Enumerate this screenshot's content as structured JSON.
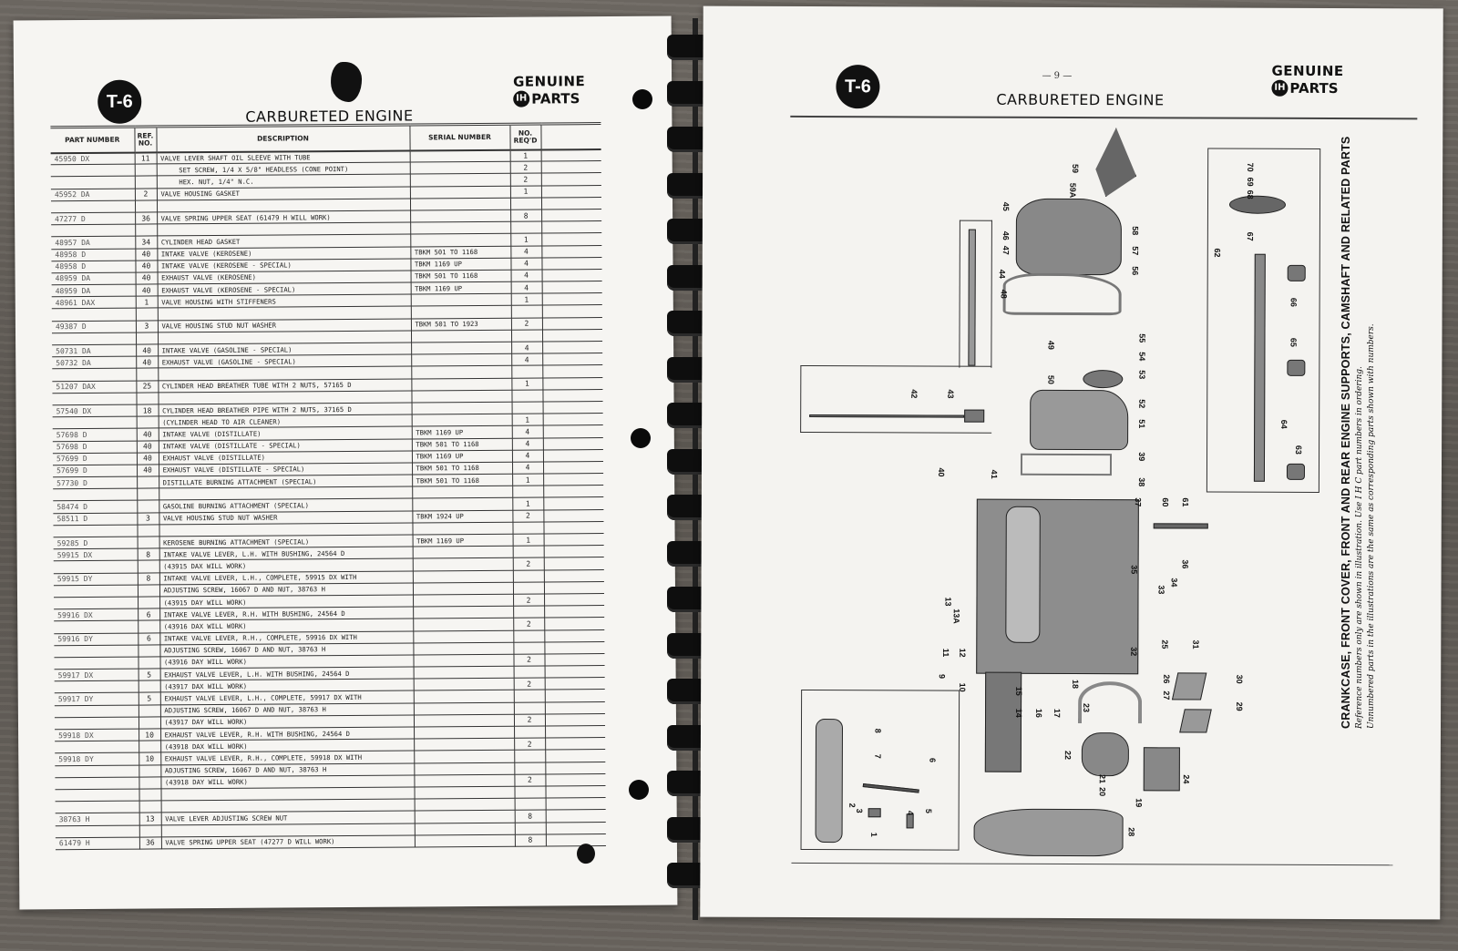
{
  "left_page": {
    "badge": "T-6",
    "title": "CARBURETED ENGINE",
    "brand": {
      "line1": "GENUINE",
      "logo": "IH",
      "line2": "PARTS"
    },
    "table": {
      "headers": {
        "part_number": "PART NUMBER",
        "ref_no": "REF. NO.",
        "description": "DESCRIPTION",
        "serial_number": "SERIAL NUMBER",
        "no_reqd": "NO. REQ'D"
      },
      "rows": [
        {
          "pn": "45950 DX",
          "ref": "11",
          "desc": "Valve Lever Shaft Oil Sleeve with Tube",
          "serial": "",
          "qty": "1",
          "indent": false
        },
        {
          "pn": "",
          "ref": "",
          "desc": "Set Screw, 1/4 x 5/8\" Headless (Cone Point)",
          "serial": "",
          "qty": "2",
          "indent": true
        },
        {
          "pn": "",
          "ref": "",
          "desc": "Hex. Nut, 1/4\" N.C.",
          "serial": "",
          "qty": "2",
          "indent": true
        },
        {
          "pn": "45952 DA",
          "ref": "2",
          "desc": "Valve Housing Gasket",
          "serial": "",
          "qty": "1",
          "indent": false
        },
        {
          "pn": "",
          "ref": "",
          "desc": "",
          "serial": "",
          "qty": "",
          "indent": false
        },
        {
          "pn": "47277 D",
          "ref": "36",
          "desc": "Valve Spring Upper Seat (61479 H will work)",
          "serial": "",
          "qty": "8",
          "indent": false
        },
        {
          "pn": "",
          "ref": "",
          "desc": "",
          "serial": "",
          "qty": "",
          "indent": false
        },
        {
          "pn": "48957 DA",
          "ref": "34",
          "desc": "Cylinder Head Gasket",
          "serial": "",
          "qty": "1",
          "indent": false
        },
        {
          "pn": "48958 D",
          "ref": "40",
          "desc": "Intake Valve (Kerosene)",
          "serial": "TBKM 501 to 1168",
          "qty": "4",
          "indent": false
        },
        {
          "pn": "48958 D",
          "ref": "40",
          "desc": "Intake Valve (Kerosene - Special)",
          "serial": "TBKM 1169 up",
          "qty": "4",
          "indent": false
        },
        {
          "pn": "48959 DA",
          "ref": "40",
          "desc": "Exhaust Valve (Kerosene)",
          "serial": "TBKM 501 to 1168",
          "qty": "4",
          "indent": false
        },
        {
          "pn": "48959 DA",
          "ref": "40",
          "desc": "Exhaust Valve (Kerosene - Special)",
          "serial": "TBKM 1169 up",
          "qty": "4",
          "indent": false
        },
        {
          "pn": "48961 DAX",
          "ref": "1",
          "desc": "Valve Housing with Stiffeners",
          "serial": "",
          "qty": "1",
          "indent": false
        },
        {
          "pn": "",
          "ref": "",
          "desc": "",
          "serial": "",
          "qty": "",
          "indent": false
        },
        {
          "pn": "49387 D",
          "ref": "3",
          "desc": "Valve Housing Stud Nut Washer",
          "serial": "TBKM 501 to 1923",
          "qty": "2",
          "indent": false
        },
        {
          "pn": "",
          "ref": "",
          "desc": "",
          "serial": "",
          "qty": "",
          "indent": false
        },
        {
          "pn": "50731 DA",
          "ref": "40",
          "desc": "Intake Valve (Gasoline - Special)",
          "serial": "",
          "qty": "4",
          "indent": false
        },
        {
          "pn": "50732 DA",
          "ref": "40",
          "desc": "Exhaust Valve (Gasoline - Special)",
          "serial": "",
          "qty": "4",
          "indent": false
        },
        {
          "pn": "",
          "ref": "",
          "desc": "",
          "serial": "",
          "qty": "",
          "indent": false
        },
        {
          "pn": "51207 DAX",
          "ref": "25",
          "desc": "Cylinder Head Breather Tube with 2 Nuts, 57165 D",
          "serial": "",
          "qty": "1",
          "indent": false
        },
        {
          "pn": "",
          "ref": "",
          "desc": "",
          "serial": "",
          "qty": "",
          "indent": false
        },
        {
          "pn": "57540 DX",
          "ref": "18",
          "desc": "Cylinder Head Breather Pipe with 2 Nuts, 37165 D",
          "serial": "",
          "qty": "",
          "indent": false
        },
        {
          "pn": "",
          "ref": "",
          "desc": "(Cylinder Head to Air Cleaner)",
          "serial": "",
          "qty": "1",
          "indent": false
        },
        {
          "pn": "57698 D",
          "ref": "40",
          "desc": "Intake Valve (Distillate)",
          "serial": "TBKM 1169 up",
          "qty": "4",
          "indent": false
        },
        {
          "pn": "57698 D",
          "ref": "40",
          "desc": "Intake Valve (Distillate - Special)",
          "serial": "TBKM 501 to 1168",
          "qty": "4",
          "indent": false
        },
        {
          "pn": "57699 D",
          "ref": "40",
          "desc": "Exhaust Valve (Distillate)",
          "serial": "TBKM 1169 up",
          "qty": "4",
          "indent": false
        },
        {
          "pn": "57699 D",
          "ref": "40",
          "desc": "Exhaust Valve (Distillate - Special)",
          "serial": "TBKM 501 to 1168",
          "qty": "4",
          "indent": false
        },
        {
          "pn": "57730 D",
          "ref": "",
          "desc": "Distillate Burning Attachment (Special)",
          "serial": "TBKM 501 to 1168",
          "qty": "1",
          "indent": false
        },
        {
          "pn": "",
          "ref": "",
          "desc": "",
          "serial": "",
          "qty": "",
          "indent": false
        },
        {
          "pn": "58474 D",
          "ref": "",
          "desc": "Gasoline Burning Attachment (Special)",
          "serial": "",
          "qty": "1",
          "indent": false
        },
        {
          "pn": "58511 D",
          "ref": "3",
          "desc": "Valve Housing Stud Nut Washer",
          "serial": "TBKM 1924 up",
          "qty": "2",
          "indent": false
        },
        {
          "pn": "",
          "ref": "",
          "desc": "",
          "serial": "",
          "qty": "",
          "indent": false
        },
        {
          "pn": "59285 D",
          "ref": "",
          "desc": "Kerosene Burning Attachment (Special)",
          "serial": "TBKM 1169 up",
          "qty": "1",
          "indent": false
        },
        {
          "pn": "59915 DX",
          "ref": "8",
          "desc": "Intake Valve Lever, L.H. with Bushing, 24564 D",
          "serial": "",
          "qty": "",
          "indent": false
        },
        {
          "pn": "",
          "ref": "",
          "desc": "(43915 DAX will work)",
          "serial": "",
          "qty": "2",
          "indent": false
        },
        {
          "pn": "59915 DY",
          "ref": "8",
          "desc": "Intake Valve Lever, L.H., Complete, 59915 DX with",
          "serial": "",
          "qty": "",
          "indent": false
        },
        {
          "pn": "",
          "ref": "",
          "desc": "Adjusting Screw, 16067 D and Nut, 38763 H",
          "serial": "",
          "qty": "",
          "indent": false
        },
        {
          "pn": "",
          "ref": "",
          "desc": "(43915 DAY will work)",
          "serial": "",
          "qty": "2",
          "indent": false
        },
        {
          "pn": "59916 DX",
          "ref": "6",
          "desc": "Intake Valve Lever, R.H. with Bushing, 24564 D",
          "serial": "",
          "qty": "",
          "indent": false
        },
        {
          "pn": "",
          "ref": "",
          "desc": "(43916 DAX will work)",
          "serial": "",
          "qty": "2",
          "indent": false
        },
        {
          "pn": "59916 DY",
          "ref": "6",
          "desc": "Intake Valve Lever, R.H., Complete, 59916 DX with",
          "serial": "",
          "qty": "",
          "indent": false
        },
        {
          "pn": "",
          "ref": "",
          "desc": "Adjusting Screw, 16067 D and Nut, 38763 H",
          "serial": "",
          "qty": "",
          "indent": false
        },
        {
          "pn": "",
          "ref": "",
          "desc": "(43916 DAY will work)",
          "serial": "",
          "qty": "2",
          "indent": false
        },
        {
          "pn": "59917 DX",
          "ref": "5",
          "desc": "Exhaust Valve Lever, L.H. with Bushing, 24564 D",
          "serial": "",
          "qty": "",
          "indent": false
        },
        {
          "pn": "",
          "ref": "",
          "desc": "(43917 DAX will work)",
          "serial": "",
          "qty": "2",
          "indent": false
        },
        {
          "pn": "59917 DY",
          "ref": "5",
          "desc": "Exhaust Valve Lever, L.H., Complete, 59917 DX with",
          "serial": "",
          "qty": "",
          "indent": false
        },
        {
          "pn": "",
          "ref": "",
          "desc": "Adjusting Screw, 16067 D and Nut, 38763 H",
          "serial": "",
          "qty": "",
          "indent": false
        },
        {
          "pn": "",
          "ref": "",
          "desc": "(43917 DAY will work)",
          "serial": "",
          "qty": "2",
          "indent": false
        },
        {
          "pn": "59918 DX",
          "ref": "10",
          "desc": "Exhaust Valve Lever, R.H. with Bushing, 24564 D",
          "serial": "",
          "qty": "",
          "indent": false
        },
        {
          "pn": "",
          "ref": "",
          "desc": "(43918 DAX will work)",
          "serial": "",
          "qty": "2",
          "indent": false
        },
        {
          "pn": "59918 DY",
          "ref": "10",
          "desc": "Exhaust Valve Lever, R.H., Complete, 59918 DX with",
          "serial": "",
          "qty": "",
          "indent": false
        },
        {
          "pn": "",
          "ref": "",
          "desc": "Adjusting Screw, 16067 D and Nut, 38763 H",
          "serial": "",
          "qty": "",
          "indent": false
        },
        {
          "pn": "",
          "ref": "",
          "desc": "(43918 DAY will work)",
          "serial": "",
          "qty": "2",
          "indent": false
        },
        {
          "pn": "",
          "ref": "",
          "desc": "",
          "serial": "",
          "qty": "",
          "indent": false
        },
        {
          "pn": "",
          "ref": "",
          "desc": "",
          "serial": "",
          "qty": "",
          "indent": false
        },
        {
          "pn": "38763 H",
          "ref": "13",
          "desc": "Valve Lever Adjusting Screw Nut",
          "serial": "",
          "qty": "8",
          "indent": false
        },
        {
          "pn": "",
          "ref": "",
          "desc": "",
          "serial": "",
          "qty": "",
          "indent": false
        },
        {
          "pn": "61479 H",
          "ref": "36",
          "desc": "Valve Spring Upper Seat (47277 D will work)",
          "serial": "",
          "qty": "8",
          "indent": false
        }
      ]
    }
  },
  "right_page": {
    "badge": "T-6",
    "page_number": "— 9 —",
    "title": "CARBURETED ENGINE",
    "brand": {
      "line1": "GENUINE",
      "logo": "IH",
      "line2": "PARTS"
    },
    "caption": {
      "title": "CRANKCASE, FRONT COVER, FRONT AND REAR ENGINE SUPPORTS, CAMSHAFT AND RELATED PARTS",
      "note1": "Reference numbers only are shown in illustration.   Use I H C part numbers in ordering.",
      "note2": "Unnumbered parts in the illustrations are the same as corresponding parts shown with numbers."
    },
    "callouts": {
      "c1": "1",
      "c2": "2",
      "c3": "3",
      "c4": "4",
      "c5": "5",
      "c6": "6",
      "c7": "7",
      "c8": "8",
      "c9": "9",
      "c10": "10",
      "c11": "11",
      "c12": "12",
      "c13": "13",
      "c13a": "13A",
      "c14": "14",
      "c15": "15",
      "c16": "16",
      "c17": "17",
      "c18": "18",
      "c19": "19",
      "c20": "20",
      "c21": "21",
      "c22": "22",
      "c23": "23",
      "c24": "24",
      "c25": "25",
      "c26": "26",
      "c27": "27",
      "c28": "28",
      "c29": "29",
      "c30": "30",
      "c31": "31",
      "c32": "32",
      "c33": "33",
      "c34": "34",
      "c35": "35",
      "c36": "36",
      "c37": "37",
      "c38": "38",
      "c39": "39",
      "c40": "40",
      "c41": "41",
      "c42": "42",
      "c43": "43",
      "c44": "44",
      "c45": "45",
      "c46": "46",
      "c47": "47",
      "c48": "48",
      "c49": "49",
      "c50": "50",
      "c51": "51",
      "c52": "52",
      "c53": "53",
      "c54": "54",
      "c55": "55",
      "c56": "56",
      "c57": "57",
      "c58": "58",
      "c59": "59",
      "c59a": "59A",
      "c60": "60",
      "c61": "61",
      "c62": "62",
      "c63": "63",
      "c64": "64",
      "c65": "65",
      "c66": "66",
      "c67": "67",
      "c68": "68",
      "c69": "69",
      "c70": "70"
    }
  }
}
